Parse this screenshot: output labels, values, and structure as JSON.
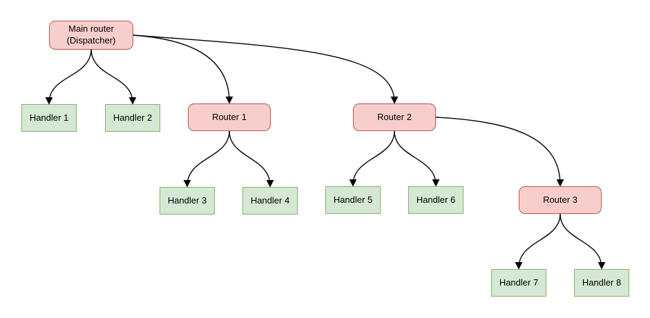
{
  "diagram": {
    "nodes": [
      {
        "id": "main-router",
        "label": "Main router\n(Dispatcher)",
        "kind": "router"
      },
      {
        "id": "handler-1",
        "label": "Handler 1",
        "kind": "handler"
      },
      {
        "id": "handler-2",
        "label": "Handler 2",
        "kind": "handler"
      },
      {
        "id": "router-1",
        "label": "Router 1",
        "kind": "router"
      },
      {
        "id": "router-2",
        "label": "Router 2",
        "kind": "router"
      },
      {
        "id": "handler-3",
        "label": "Handler 3",
        "kind": "handler"
      },
      {
        "id": "handler-4",
        "label": "Handler 4",
        "kind": "handler"
      },
      {
        "id": "handler-5",
        "label": "Handler 5",
        "kind": "handler"
      },
      {
        "id": "handler-6",
        "label": "Handler 6",
        "kind": "handler"
      },
      {
        "id": "router-3",
        "label": "Router 3",
        "kind": "router"
      },
      {
        "id": "handler-7",
        "label": "Handler 7",
        "kind": "handler"
      },
      {
        "id": "handler-8",
        "label": "Handler 8",
        "kind": "handler"
      }
    ],
    "edges": [
      {
        "from": "main-router",
        "to": "handler-1"
      },
      {
        "from": "main-router",
        "to": "handler-2"
      },
      {
        "from": "main-router",
        "to": "router-1"
      },
      {
        "from": "main-router",
        "to": "router-2"
      },
      {
        "from": "router-1",
        "to": "handler-3"
      },
      {
        "from": "router-1",
        "to": "handler-4"
      },
      {
        "from": "router-2",
        "to": "handler-5"
      },
      {
        "from": "router-2",
        "to": "handler-6"
      },
      {
        "from": "router-2",
        "to": "router-3"
      },
      {
        "from": "router-3",
        "to": "handler-7"
      },
      {
        "from": "router-3",
        "to": "handler-8"
      }
    ],
    "colors": {
      "router_fill": "#f8cecc",
      "router_border": "#b85450",
      "handler_fill": "#d5e8d4",
      "handler_border": "#82b366",
      "edge_stroke": "#000000",
      "text": "#000000",
      "background": "#ffffff"
    }
  }
}
